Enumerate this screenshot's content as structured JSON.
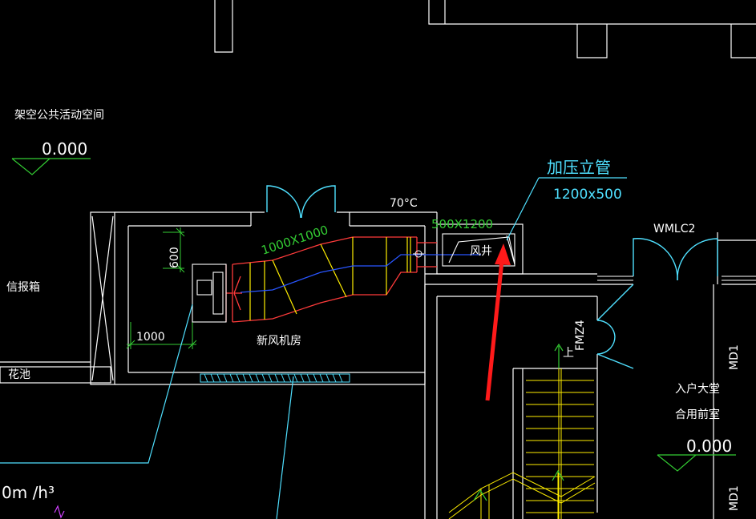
{
  "drawing": {
    "labels": {
      "open_space": "架空公共活动空间",
      "level_left": "0.000",
      "letter_box": "信报箱",
      "flower_bed": "花池",
      "fresh_air_room": "新风机房",
      "temp": "70°C",
      "duct_main": "1000X1000",
      "duct_riser": "500X1200",
      "pressurize_riser": "加压立管",
      "pressurize_size": "1200x500",
      "air_shaft": "风井",
      "dim_600": "600",
      "dim_1000": "1000",
      "door_wmlc2": "WMLC2",
      "door_fmz4": "FMZ4",
      "up_mark": "上",
      "door_md1_top": "MD1",
      "door_md1_bottom": "MD1",
      "lobby_line1": "入户大堂",
      "lobby_line2": "合用前室",
      "level_right": "0.000",
      "airflow_partial": "0m /h³"
    }
  }
}
